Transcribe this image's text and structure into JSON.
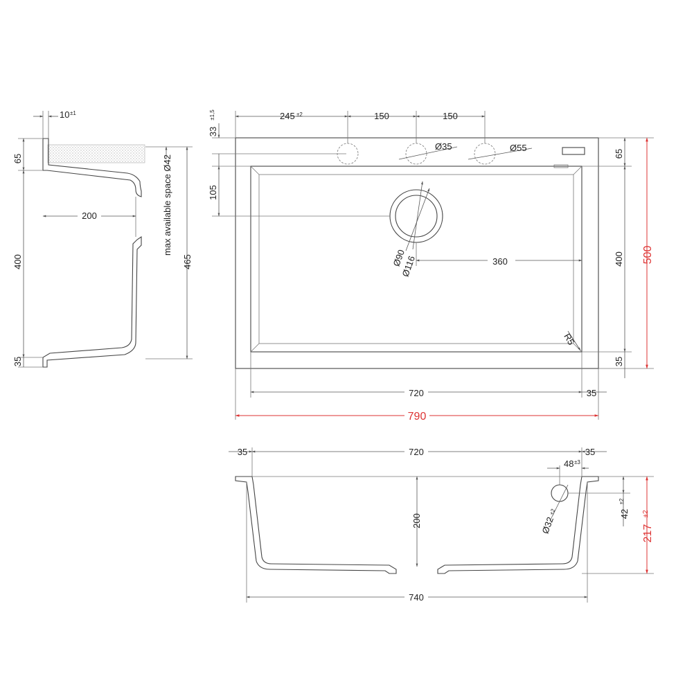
{
  "colors": {
    "line": "#444444",
    "dimension": "#555555",
    "highlight": "#dd3333"
  },
  "side_view": {
    "top_thickness": "10",
    "top_thickness_tol": "±1",
    "dim_65": "65",
    "dim_200": "200",
    "dim_400": "400",
    "dim_35": "35",
    "dim_465": "465",
    "note": "max available space Ø42"
  },
  "top_view": {
    "dim_33": "33",
    "dim_33_tol": "±1,5",
    "dim_245": "245",
    "dim_245_tol": "±2",
    "dim_150_a": "150",
    "dim_150_b": "150",
    "dia_35": "Ø35",
    "dia_55": "Ø55",
    "dim_105": "105",
    "dia_90": "Ø90",
    "dia_116": "Ø116",
    "dim_360": "360",
    "dim_65_right": "65",
    "dim_400_right": "400",
    "dim_35_right": "35",
    "total_500": "500",
    "radius": "R5",
    "dim_720": "720",
    "dim_35_bottom": "35",
    "total_790": "790"
  },
  "front_view": {
    "dim_35_left": "35",
    "dim_720": "720",
    "dim_35_right": "35",
    "dim_48": "48",
    "dim_48_tol": "±3",
    "dim_200": "200",
    "dia_32": "Ø32",
    "dia_32_tol": "±2",
    "dim_42": "42",
    "dim_42_tol": "±2",
    "total_217": "217",
    "total_217_tol": "±2",
    "dim_740": "740"
  }
}
